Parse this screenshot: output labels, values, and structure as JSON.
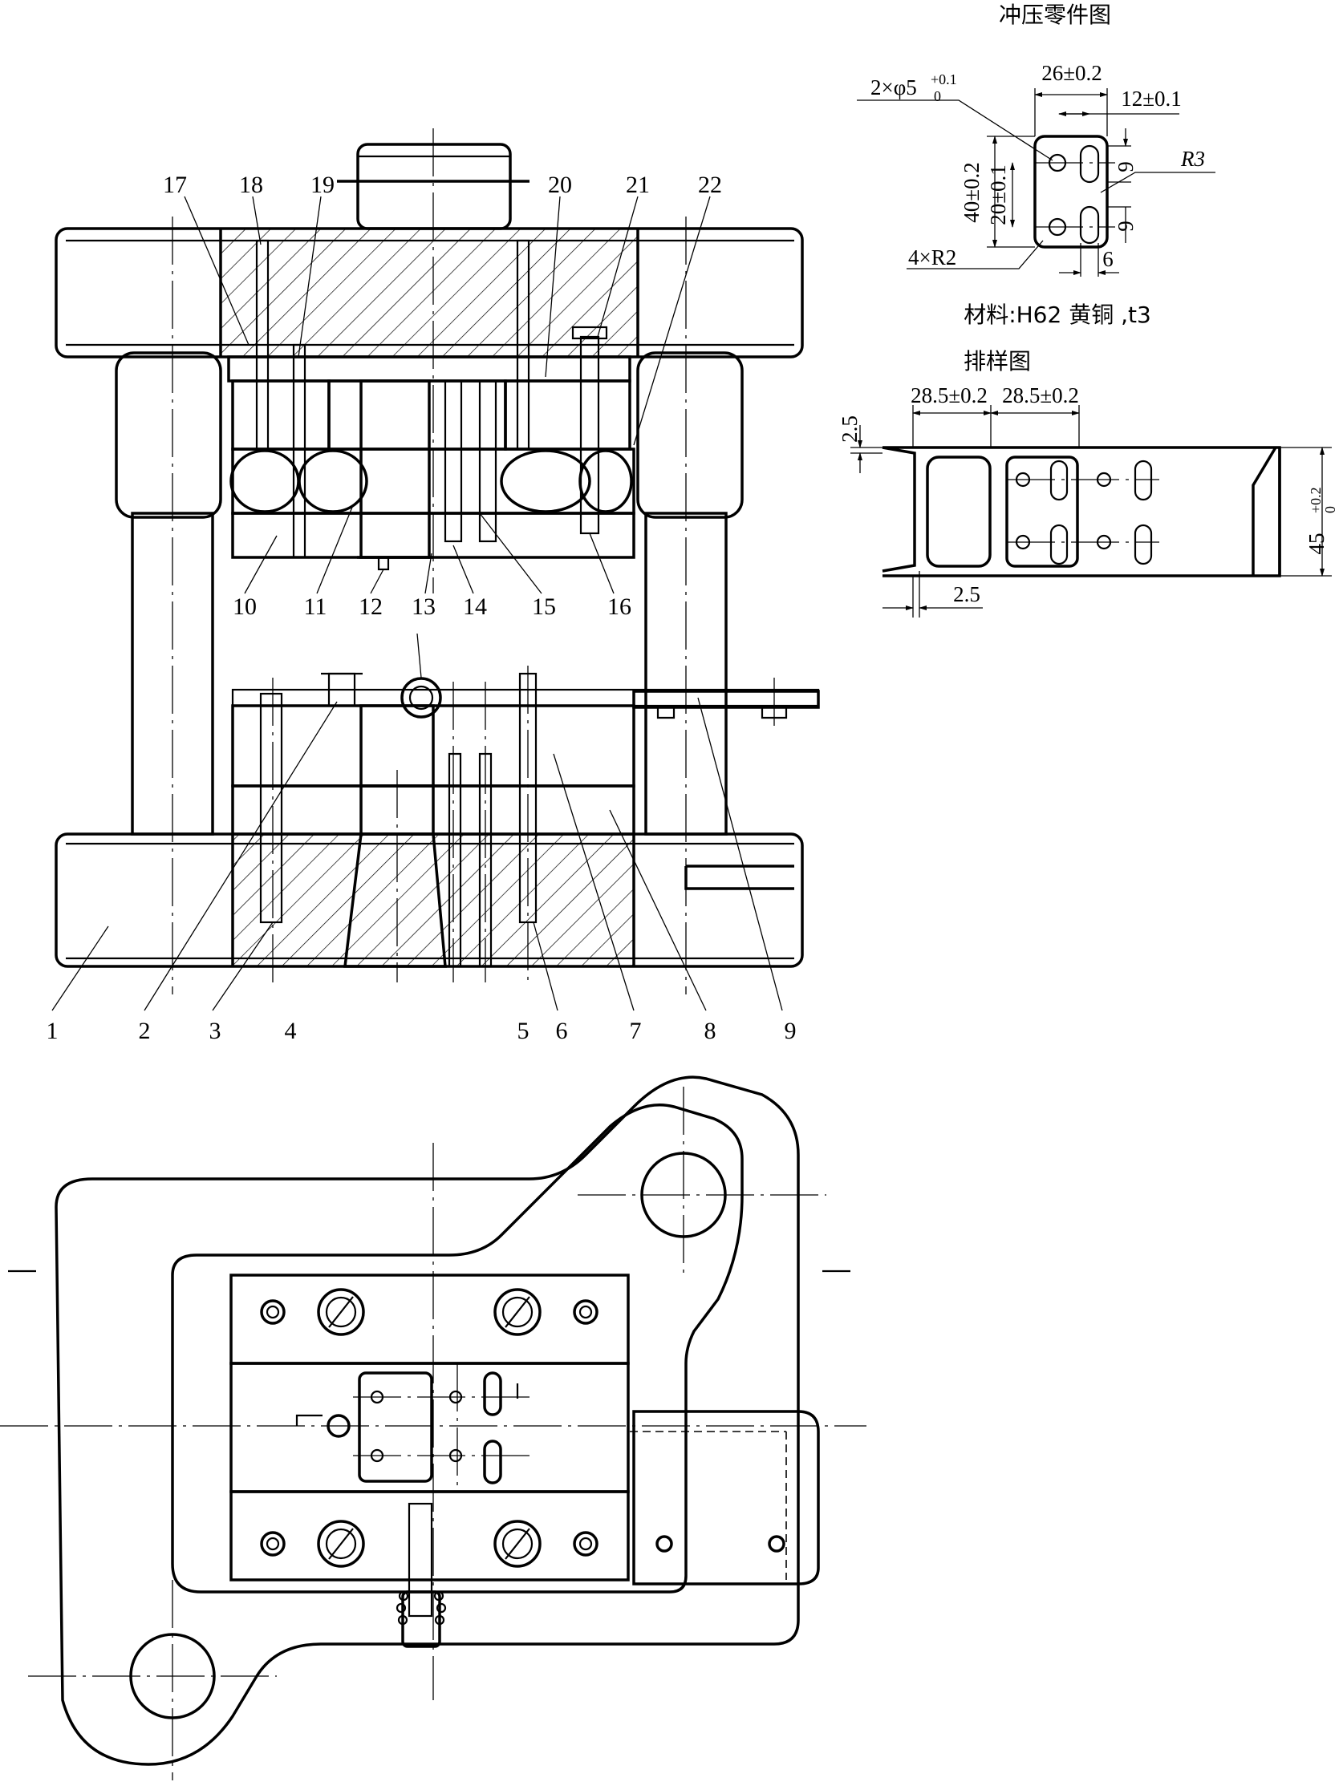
{
  "part_drawing": {
    "title": "冲压零件图",
    "dim_holes_main": "2×φ5",
    "dim_holes_tol_upper": "+0.1",
    "dim_holes_tol_lower": "0",
    "dim_width": "26±0.2",
    "dim_slot_offset": "12±0.1",
    "dim_radius": "R3",
    "dim_height": "40±0.2",
    "dim_hole_pitch": "20±0.1",
    "dim_slot_len_1": "9",
    "dim_slot_len_2": "9",
    "dim_corner_radius": "4×R2",
    "dim_slot_width": "6",
    "material": "材料:H62 黄铜 ,t3"
  },
  "strip_layout": {
    "title": "排样图",
    "dim_pitch_1": "28.5±0.2",
    "dim_pitch_2": "28.5±0.2",
    "dim_edge_top": "2.5",
    "dim_edge_bottom": "2.5",
    "dim_strip_width_main": "45",
    "dim_strip_width_tol_upper": "+0.2",
    "dim_strip_width_tol_lower": "0"
  },
  "callouts": {
    "top": [
      "17",
      "18",
      "19",
      "20",
      "21",
      "22"
    ],
    "mid": [
      "10",
      "11",
      "12",
      "13",
      "14",
      "15",
      "16"
    ],
    "bottom": [
      "1",
      "2",
      "3",
      "4",
      "5",
      "6",
      "7",
      "8",
      "9"
    ]
  }
}
